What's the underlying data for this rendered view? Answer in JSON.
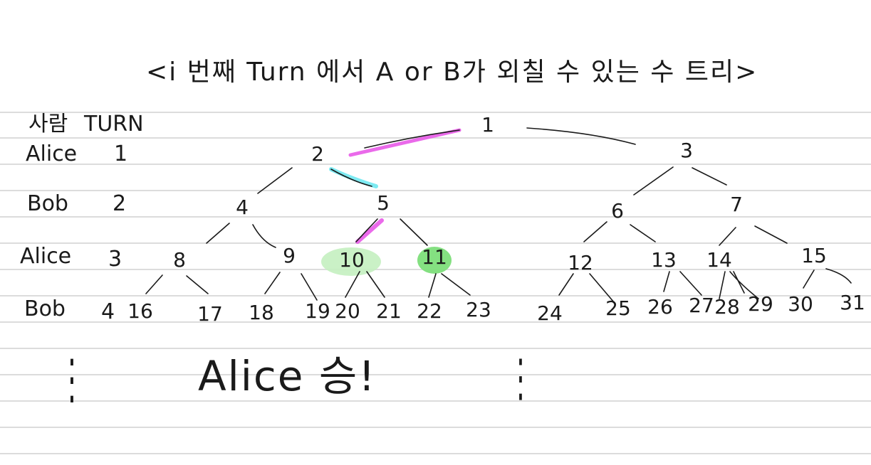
{
  "title": "<i 번째 Turn 에서 A or B가 외칠 수 있는 수 트리>",
  "table": {
    "header_person": "사람",
    "header_turn": "TURN",
    "rows": [
      {
        "person": "Alice",
        "turn": "1"
      },
      {
        "person": "Bob",
        "turn": "2"
      },
      {
        "person": "Alice",
        "turn": "3"
      },
      {
        "person": "Bob",
        "turn": "4"
      }
    ]
  },
  "tree": {
    "nodes": [
      "1",
      "2",
      "3",
      "4",
      "5",
      "6",
      "7",
      "8",
      "9",
      "10",
      "11",
      "12",
      "13",
      "14",
      "15",
      "16",
      "17",
      "18",
      "19",
      "20",
      "21",
      "22",
      "23",
      "24",
      "25",
      "26",
      "27",
      "28",
      "29",
      "30",
      "31"
    ],
    "highlighted": {
      "light_green": "10",
      "green": "11"
    }
  },
  "conclusion": "Alice 승!",
  "ellipsis": "⋮",
  "colors": {
    "ink": "#1a1a1a",
    "magenta": "#e85ae8",
    "cyan": "#66e6f0",
    "light_green": "#c4f0c0",
    "green": "#7dde7a",
    "rule": "#dcdcdc"
  }
}
